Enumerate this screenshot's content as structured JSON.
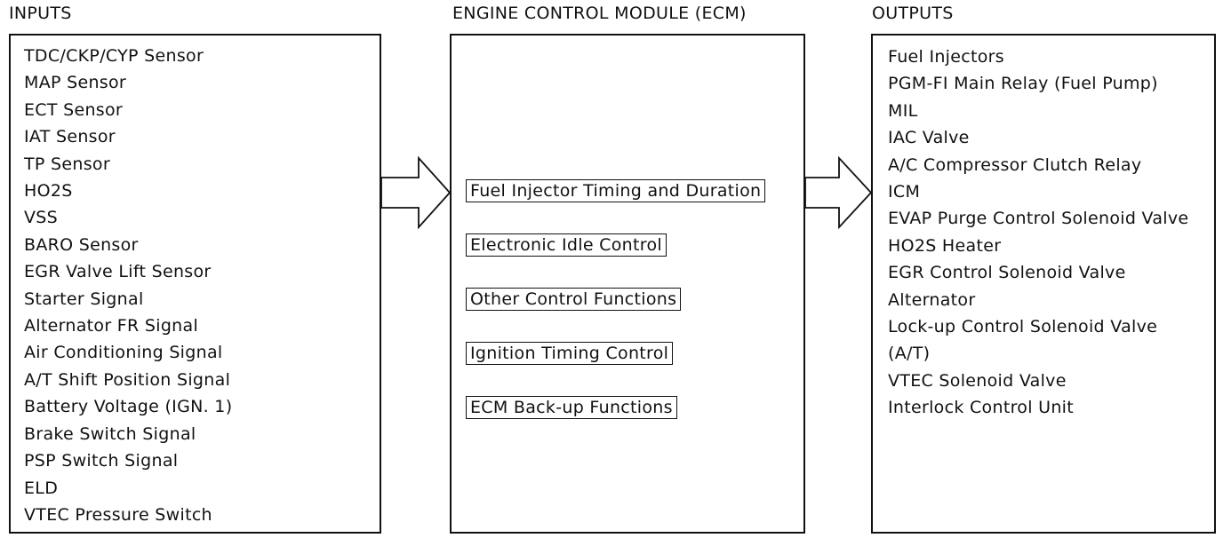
{
  "headings": {
    "inputs": "INPUTS",
    "ecm": "ENGINE CONTROL MODULE (ECM)",
    "outputs": "OUTPUTS"
  },
  "inputs": [
    "TDC/CKP/CYP Sensor",
    "MAP Sensor",
    "ECT Sensor",
    "IAT Sensor",
    "TP Sensor",
    "HO2S",
    "VSS",
    "BARO Sensor",
    "EGR Valve Lift Sensor",
    "Starter Signal",
    "Alternator FR Signal",
    "Air Conditioning Signal",
    "A/T Shift Position Signal",
    "Battery Voltage (IGN. 1)",
    "Brake Switch Signal",
    "PSP Switch Signal",
    "ELD",
    "VTEC Pressure Switch"
  ],
  "ecm_functions": [
    "Fuel Injector Timing and Duration",
    "Electronic Idle Control",
    "Other Control Functions",
    "Ignition Timing Control",
    "ECM Back-up Functions"
  ],
  "outputs": [
    "Fuel Injectors",
    "PGM-FI Main Relay (Fuel Pump)",
    "MIL",
    "IAC Valve",
    "A/C Compressor Clutch Relay",
    "ICM",
    "EVAP Purge Control Solenoid Valve",
    "HO2S Heater",
    "EGR Control Solenoid Valve",
    "Alternator",
    "Lock-up Control Solenoid Valve",
    "(A/T)",
    "VTEC Solenoid Valve",
    "Interlock Control Unit"
  ]
}
